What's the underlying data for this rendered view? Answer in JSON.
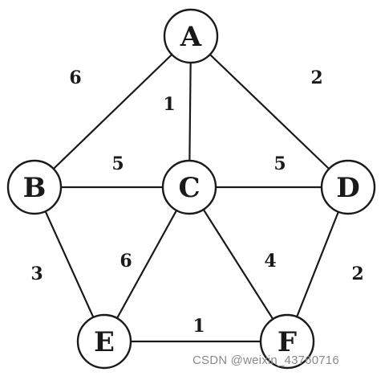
{
  "graph": {
    "nodes": [
      {
        "id": "A",
        "label": "A"
      },
      {
        "id": "B",
        "label": "B"
      },
      {
        "id": "C",
        "label": "C"
      },
      {
        "id": "D",
        "label": "D"
      },
      {
        "id": "E",
        "label": "E"
      },
      {
        "id": "F",
        "label": "F"
      }
    ],
    "edges": [
      {
        "from": "A",
        "to": "B",
        "weight": "6"
      },
      {
        "from": "A",
        "to": "C",
        "weight": "1"
      },
      {
        "from": "A",
        "to": "D",
        "weight": "2"
      },
      {
        "from": "B",
        "to": "C",
        "weight": "5"
      },
      {
        "from": "C",
        "to": "D",
        "weight": "5"
      },
      {
        "from": "B",
        "to": "E",
        "weight": "3"
      },
      {
        "from": "C",
        "to": "E",
        "weight": "6"
      },
      {
        "from": "C",
        "to": "F",
        "weight": "4"
      },
      {
        "from": "D",
        "to": "F",
        "weight": "2"
      },
      {
        "from": "E",
        "to": "F",
        "weight": "1"
      }
    ]
  },
  "watermark": "CSDN @weixin_43760716"
}
